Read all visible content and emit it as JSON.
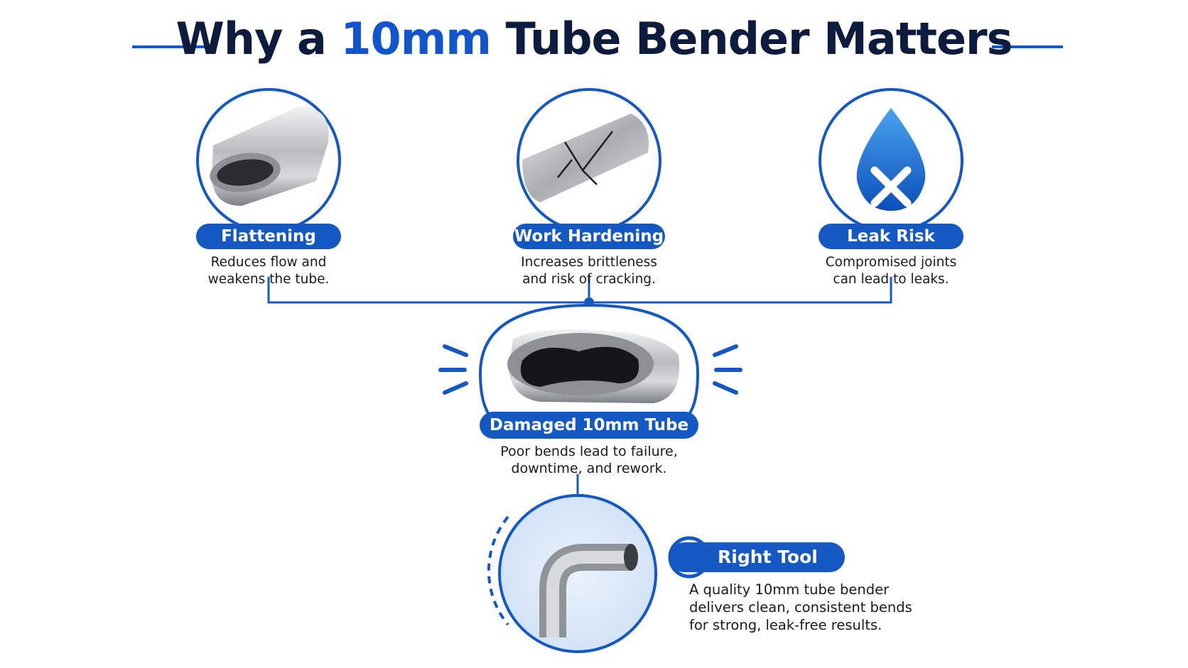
{
  "title": {
    "part1": "Why a ",
    "accent": "10mm",
    "part2": " Tube Bender Matters"
  },
  "colors": {
    "primary_blue": "#1458c4",
    "dark_navy": "#0d1b3e",
    "light_blue_fill": "#dbe8f8"
  },
  "problems": [
    {
      "icon": "flattened-tube-icon",
      "label": "Flattening",
      "desc_line1": "Reduces flow and",
      "desc_line2": "weakens the tube."
    },
    {
      "icon": "cracked-tube-icon",
      "label": "Work Hardening",
      "desc_line1": "Increases brittleness",
      "desc_line2": "and risk of cracking."
    },
    {
      "icon": "water-drop-x-icon",
      "label": "Leak Risk",
      "desc_line1": "Compromised joints",
      "desc_line2": "can lead to leaks."
    }
  ],
  "center": {
    "icon": "damaged-tube-icon",
    "label": "Damaged 10mm Tube",
    "desc_line1": "Poor bends lead to failure,",
    "desc_line2": "downtime, and rework."
  },
  "solution": {
    "icon": "bent-tube-icon",
    "badge_icon": "checkmark-icon",
    "label": "Right Tool",
    "desc_line1": "A quality 10mm tube bender",
    "desc_line2": "delivers clean, consistent bends",
    "desc_line3": "for strong, leak-free results."
  }
}
